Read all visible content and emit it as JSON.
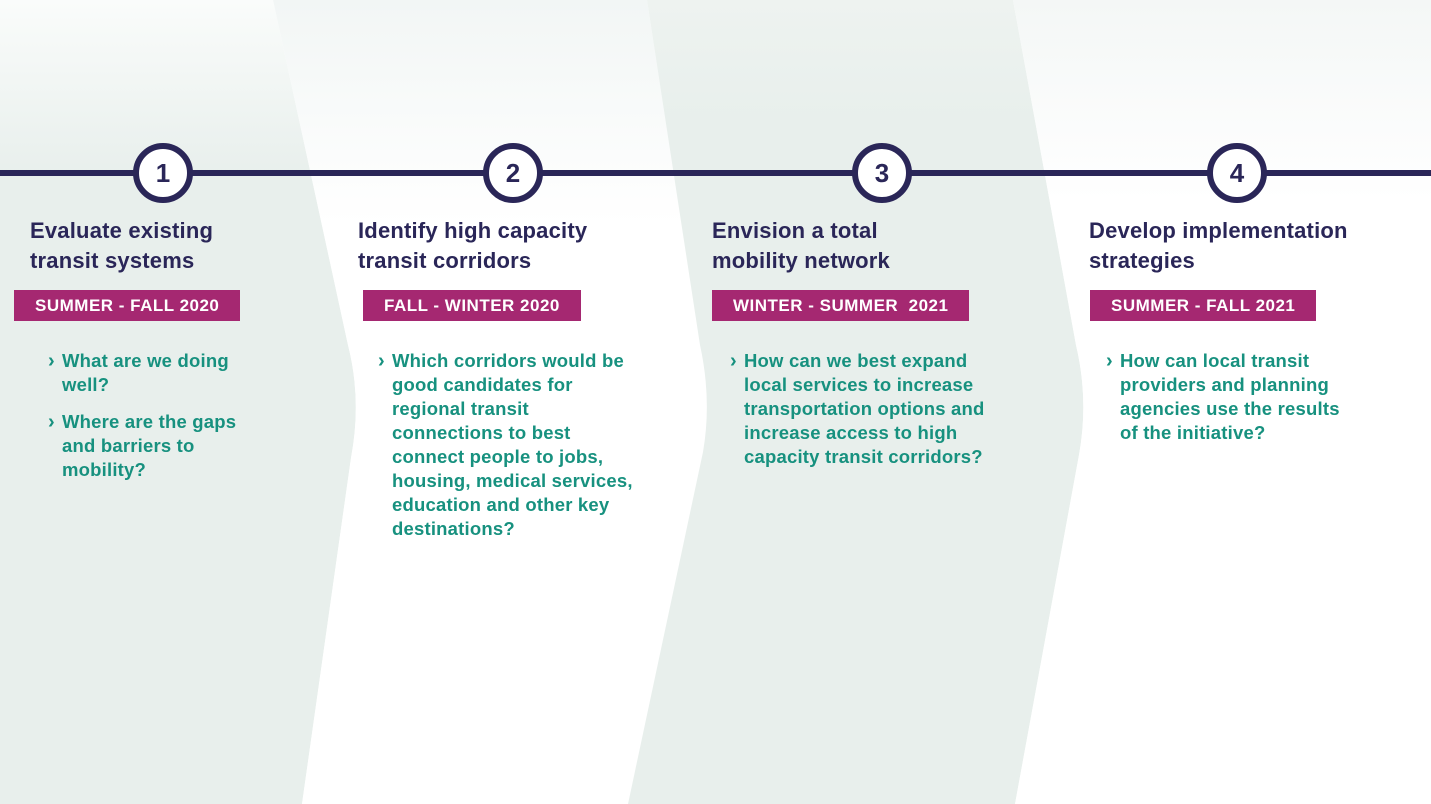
{
  "bullet_marker": "›",
  "colors": {
    "navy": "#2a2658",
    "magenta": "#a52871",
    "teal": "#17917f",
    "band_gray": "#e8efec"
  },
  "phases": [
    {
      "number": "1",
      "title": "Evaluate existing\ntransit systems",
      "date_badge": "SUMMER - FALL 2020",
      "bullets": [
        "What are we doing\nwell?",
        "Where are the gaps\nand barriers to\nmobility?"
      ]
    },
    {
      "number": "2",
      "title": "Identify high capacity\ntransit corridors",
      "date_badge": "FALL - WINTER 2020",
      "bullets": [
        "Which corridors would be\ngood candidates for\nregional transit\nconnections to best\nconnect people to jobs,\nhousing, medical services,\neducation and other key\ndestinations?"
      ]
    },
    {
      "number": "3",
      "title": "Envision a total\nmobility network",
      "date_badge": "WINTER - SUMMER  2021",
      "bullets": [
        "How can we best expand\nlocal services to increase\ntransportation options and\nincrease access to high\ncapacity transit corridors?"
      ]
    },
    {
      "number": "4",
      "title": "Develop implementation\nstrategies",
      "date_badge": "SUMMER - FALL 2021",
      "bullets": [
        "How can local transit\nproviders and planning\nagencies use the results\nof the initiative?"
      ]
    }
  ]
}
